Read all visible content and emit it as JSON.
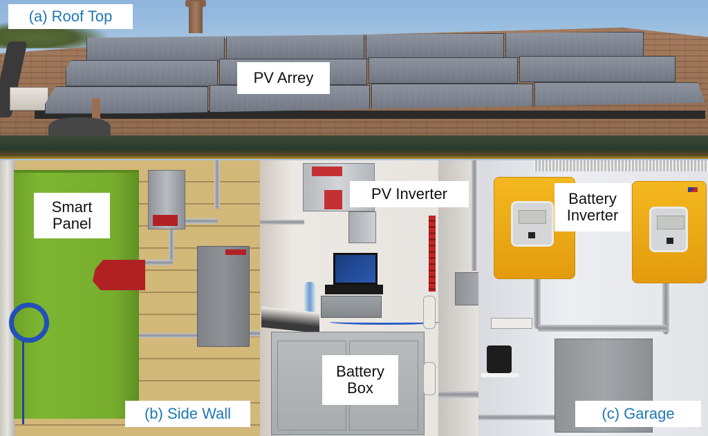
{
  "figure": {
    "panels": [
      {
        "id": "a",
        "caption": "(a) Roof Top",
        "components": [
          {
            "label": "PV Arrey"
          }
        ]
      },
      {
        "id": "b",
        "caption": "(b) Side Wall",
        "components": [
          {
            "label_lines": [
              "Smart",
              "Panel"
            ]
          }
        ]
      },
      {
        "id": "middle",
        "caption": "",
        "components": [
          {
            "label": "PV Inverter"
          },
          {
            "label_lines": [
              "Battery",
              "Box"
            ]
          }
        ]
      },
      {
        "id": "c",
        "caption": "(c) Garage",
        "components": [
          {
            "label_lines": [
              "Battery",
              "Inverter"
            ]
          }
        ]
      }
    ]
  },
  "colors": {
    "caption_text": "#1f77b4",
    "component_text": "#111111",
    "label_background": "#ffffff",
    "smart_panel_green": "#7cb631",
    "inverter_yellow": "#f4b81f",
    "sky_blue": "#9bbfe0",
    "roof_brown": "#9d7356"
  }
}
